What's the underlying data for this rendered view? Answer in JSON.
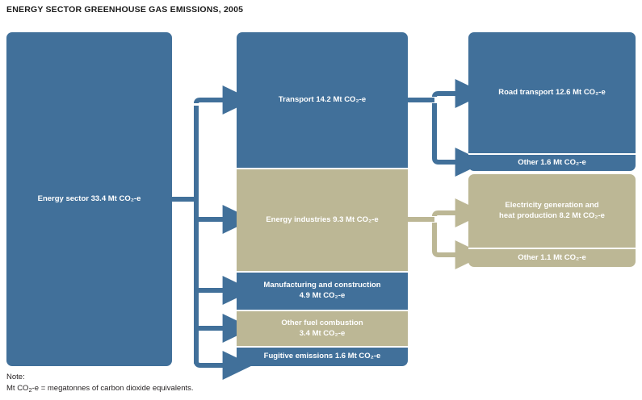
{
  "title": "ENERGY SECTOR GREENHOUSE GAS EMISSIONS, 2005",
  "note": {
    "label": "Note:",
    "text_pre": "Mt CO",
    "text_sub": "2",
    "text_post": "-e = megatonnes of carbon dioxide equivalents."
  },
  "colors": {
    "blue": "#41709a",
    "tan": "#bcb795",
    "background": "#ffffff",
    "text": "#ffffff",
    "title_text": "#1b1b1b"
  },
  "chart_data": {
    "type": "diagram",
    "subtype": "flow-breakdown",
    "title": "ENERGY SECTOR GREENHOUSE GAS EMISSIONS, 2005",
    "unit": "Mt CO2-e",
    "year": 2005,
    "levels": [
      {
        "name": "sector",
        "nodes": [
          {
            "id": "energy-sector",
            "label": "Energy sector 33.4 Mt CO₂-e",
            "name": "Energy sector",
            "value": 33.4,
            "color": "blue"
          }
        ]
      },
      {
        "name": "subsector",
        "nodes": [
          {
            "id": "transport",
            "label": "Transport 14.2 Mt CO₂-e",
            "name": "Transport",
            "value": 14.2,
            "color": "blue"
          },
          {
            "id": "energy-industries",
            "label": "Energy industries 9.3 Mt CO₂-e",
            "name": "Energy industries",
            "value": 9.3,
            "color": "tan"
          },
          {
            "id": "manufacturing-construction",
            "label": "Manufacturing and construction\n4.9 Mt CO₂-e",
            "name": "Manufacturing and construction",
            "value": 4.9,
            "color": "blue"
          },
          {
            "id": "other-fuel-combustion",
            "label": "Other fuel combustion\n3.4 Mt CO₂-e",
            "name": "Other fuel combustion",
            "value": 3.4,
            "color": "tan"
          },
          {
            "id": "fugitive-emissions",
            "label": "Fugitive emissions 1.6 Mt CO₂-e",
            "name": "Fugitive emissions",
            "value": 1.6,
            "color": "blue"
          }
        ]
      },
      {
        "name": "detail",
        "nodes": [
          {
            "id": "road-transport",
            "label": "Road transport 12.6 Mt CO₂-e",
            "name": "Road transport",
            "value": 12.6,
            "color": "blue",
            "parent": "transport"
          },
          {
            "id": "transport-other",
            "label": "Other 1.6 Mt CO₂-e",
            "name": "Other (transport)",
            "value": 1.6,
            "color": "blue",
            "parent": "transport"
          },
          {
            "id": "electricity-heat",
            "label": "Electricity generation and\nheat production 8.2 Mt CO₂-e",
            "name": "Electricity generation and heat production",
            "value": 8.2,
            "color": "tan",
            "parent": "energy-industries"
          },
          {
            "id": "energy-industries-other",
            "label": "Other 1.1 Mt CO₂-e",
            "name": "Other (energy industries)",
            "value": 1.1,
            "color": "tan",
            "parent": "energy-industries"
          }
        ]
      }
    ]
  },
  "nodes": {
    "energy_sector": "Energy sector 33.4 Mt CO₂-e",
    "transport": "Transport 14.2 Mt CO₂-e",
    "energy_industries": "Energy industries 9.3 Mt CO₂-e",
    "manufacturing_line1": "Manufacturing and construction",
    "manufacturing_line2": "4.9 Mt CO₂-e",
    "other_fuel_line1": "Other fuel combustion",
    "other_fuel_line2": "3.4 Mt CO₂-e",
    "fugitive": "Fugitive emissions 1.6 Mt CO₂-e",
    "road_transport": "Road transport 12.6 Mt CO₂-e",
    "transport_other": "Other 1.6 Mt CO₂-e",
    "electricity_line1": "Electricity generation and",
    "electricity_line2": "heat production 8.2 Mt CO₂-e",
    "energy_industries_other": "Other 1.1 Mt CO₂-e"
  }
}
